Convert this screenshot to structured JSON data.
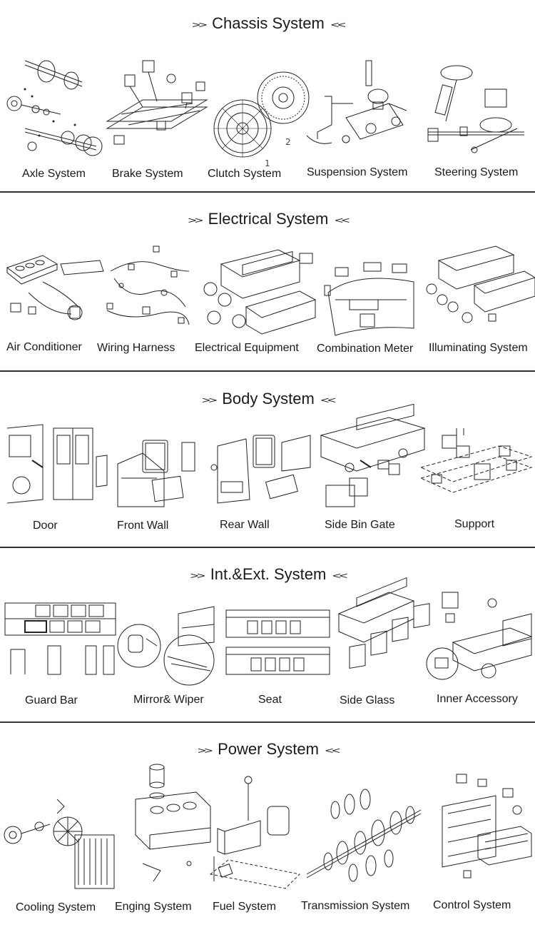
{
  "sections": [
    {
      "title": "Chassis System",
      "items": [
        {
          "label": "Axle System",
          "icon": "axle-drawing-icon"
        },
        {
          "label": "Brake System",
          "icon": "brake-drawing-icon"
        },
        {
          "label": "Clutch System",
          "icon": "clutch-drawing-icon"
        },
        {
          "label": "Suspension System",
          "icon": "suspension-drawing-icon"
        },
        {
          "label": "Steering System",
          "icon": "steering-drawing-icon"
        }
      ]
    },
    {
      "title": "Electrical System",
      "items": [
        {
          "label": "Air Conditioner",
          "icon": "air-conditioner-drawing-icon"
        },
        {
          "label": "Wiring Harness",
          "icon": "wiring-harness-drawing-icon"
        },
        {
          "label": "Electrical Equipment",
          "icon": "electrical-equipment-drawing-icon"
        },
        {
          "label": "Combination Meter",
          "icon": "combination-meter-drawing-icon"
        },
        {
          "label": "Illuminating System",
          "icon": "illuminating-drawing-icon"
        }
      ]
    },
    {
      "title": "Body System",
      "items": [
        {
          "label": "Door",
          "icon": "door-drawing-icon"
        },
        {
          "label": "Front Wall",
          "icon": "front-wall-drawing-icon"
        },
        {
          "label": "Rear Wall",
          "icon": "rear-wall-drawing-icon"
        },
        {
          "label": "Side Bin Gate",
          "icon": "side-bin-gate-drawing-icon"
        },
        {
          "label": "Support",
          "icon": "support-drawing-icon"
        }
      ]
    },
    {
      "title": "Int.&Ext. System",
      "items": [
        {
          "label": "Guard Bar",
          "icon": "guard-bar-drawing-icon"
        },
        {
          "label": "Mirror& Wiper",
          "icon": "mirror-wiper-drawing-icon"
        },
        {
          "label": "Seat",
          "icon": "seat-drawing-icon"
        },
        {
          "label": "Side Glass",
          "icon": "side-glass-drawing-icon"
        },
        {
          "label": "Inner Accessory",
          "icon": "inner-accessory-drawing-icon"
        }
      ]
    },
    {
      "title": "Power System",
      "items": [
        {
          "label": "Cooling System",
          "icon": "cooling-drawing-icon"
        },
        {
          "label": "Enging System",
          "icon": "engine-drawing-icon"
        },
        {
          "label": "Fuel System",
          "icon": "fuel-drawing-icon"
        },
        {
          "label": "Transmission System",
          "icon": "transmission-drawing-icon"
        },
        {
          "label": "Control System",
          "icon": "control-drawing-icon"
        }
      ]
    }
  ]
}
